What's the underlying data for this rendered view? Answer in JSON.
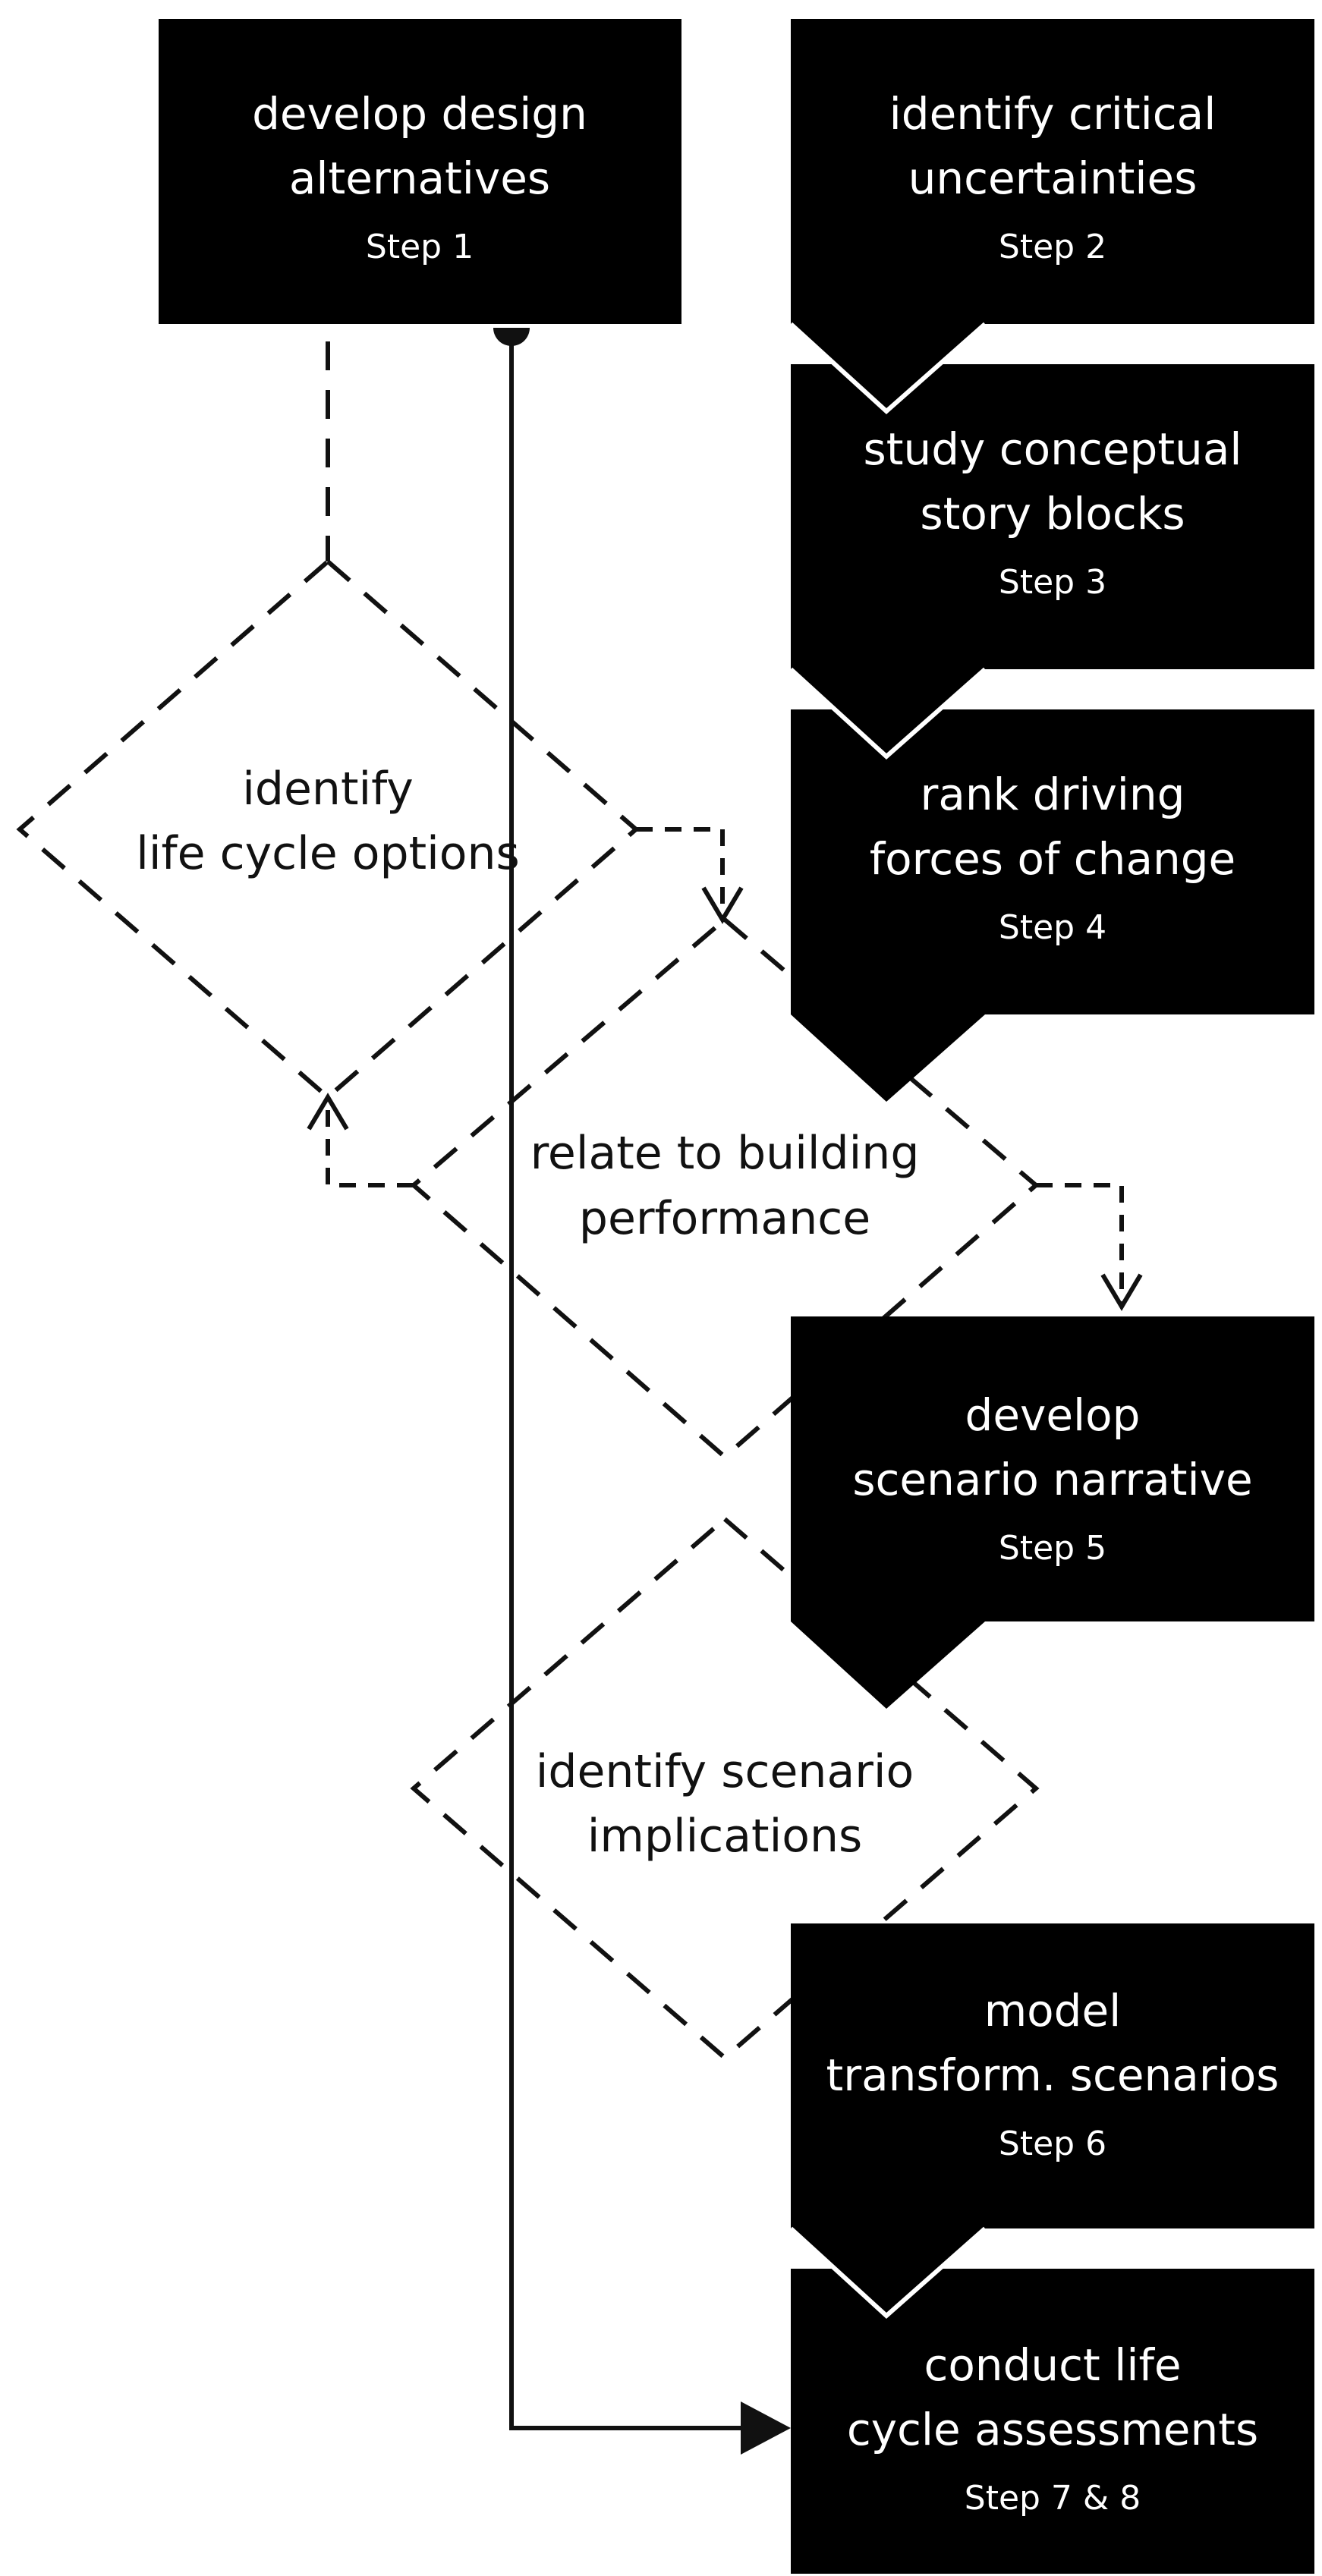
{
  "colors": {
    "box": "#000000",
    "box_text": "#ffffff",
    "line": "#111111",
    "background": "#ffffff"
  },
  "step1": {
    "line1": "develop design",
    "line2": "alternatives",
    "step": "Step 1"
  },
  "step2": {
    "line1": "identify critical",
    "line2": "uncertainties",
    "step": "Step 2"
  },
  "step3": {
    "line1": "study conceptual",
    "line2": "story blocks",
    "step": "Step 3"
  },
  "step4": {
    "line1": "rank driving",
    "line2": "forces of change",
    "step": "Step 4"
  },
  "step5": {
    "line1": "develop",
    "line2": "scenario narrative",
    "step": "Step 5"
  },
  "step6": {
    "line1": "model",
    "line2": "transform. scenarios",
    "step": "Step 6"
  },
  "step7": {
    "line1": "conduct life",
    "line2": "cycle assessments",
    "step": "Step 7 & 8"
  },
  "diamond1": {
    "line1": "identify",
    "line2": "life cycle options"
  },
  "diamond2": {
    "line1": "relate to building",
    "line2": "performance"
  },
  "diamond3": {
    "line1": "identify scenario",
    "line2": "implications"
  }
}
